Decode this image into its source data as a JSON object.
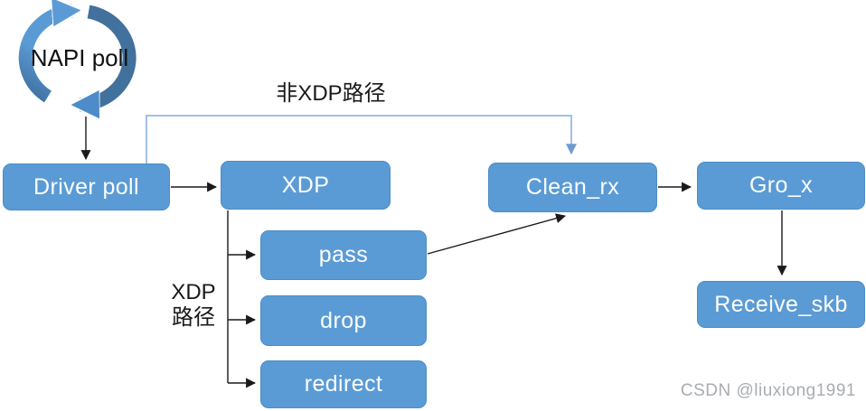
{
  "diagram": {
    "cycle": {
      "label": "NAPI poll"
    },
    "nodes": {
      "driver_poll": "Driver poll",
      "xdp": "XDP",
      "pass": "pass",
      "drop": "drop",
      "redirect": "redirect",
      "clean_rx": "Clean_rx",
      "gro_x": "Gro_x",
      "receive_skb": "Receive_skb"
    },
    "labels": {
      "non_xdp_path": "非XDP路径",
      "xdp_path_line1": "XDP",
      "xdp_path_line2": "路径"
    },
    "edges": [
      {
        "from": "napi_poll_cycle",
        "to": "driver_poll",
        "style": "black-arrow"
      },
      {
        "from": "driver_poll",
        "to": "xdp",
        "style": "black-arrow"
      },
      {
        "from": "xdp",
        "to": "pass",
        "style": "black-arrow"
      },
      {
        "from": "xdp",
        "to": "drop",
        "style": "black-arrow"
      },
      {
        "from": "xdp",
        "to": "redirect",
        "style": "black-arrow"
      },
      {
        "from": "pass",
        "to": "clean_rx",
        "style": "black-arrow"
      },
      {
        "from": "clean_rx",
        "to": "gro_x",
        "style": "black-arrow"
      },
      {
        "from": "gro_x",
        "to": "receive_skb",
        "style": "black-arrow"
      },
      {
        "from": "driver_poll",
        "to": "clean_rx",
        "style": "blue-arrow",
        "label": "非XDP路径"
      }
    ],
    "colors": {
      "node_fill": "#5B9BD5",
      "node_border": "#4E8BC4",
      "node_text": "#FBFDFF",
      "black_arrow": "#1A1A1A",
      "blue_path": "#85ACDC",
      "cycle_light": "#5B9BD5",
      "cycle_dark": "#41719C",
      "cycle_head_bottom": "#4E8CC9",
      "label_text": "#1A1A1A",
      "watermark_text": "#A9ACB1"
    }
  },
  "watermark": {
    "text": "CSDN @liuxiong1991"
  }
}
